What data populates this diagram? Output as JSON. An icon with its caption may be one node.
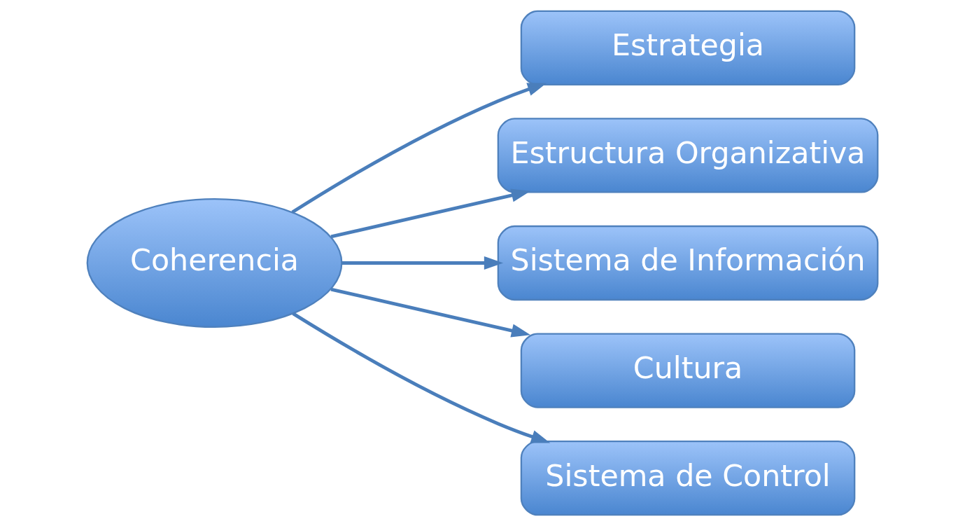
{
  "diagram": {
    "nodes": [
      {
        "text": [
          "Coherencia"
        ]
      },
      {
        "text": [
          "Estrategia"
        ]
      },
      {
        "text": [
          "Estructura Organizativa"
        ]
      },
      {
        "text": [
          "Sistema de Información"
        ]
      },
      {
        "text": [
          "Cultura"
        ]
      },
      {
        "text": [
          "Sistema de Control"
        ]
      }
    ],
    "edges": [
      {
        "from": 0,
        "to": 1,
        "arrow": "to"
      },
      {
        "from": 0,
        "to": 2,
        "arrow": "to"
      },
      {
        "from": 0,
        "to": 3,
        "arrow": "to"
      },
      {
        "from": 0,
        "to": 4,
        "arrow": "to"
      },
      {
        "from": 0,
        "to": 5,
        "arrow": "to"
      }
    ]
  }
}
